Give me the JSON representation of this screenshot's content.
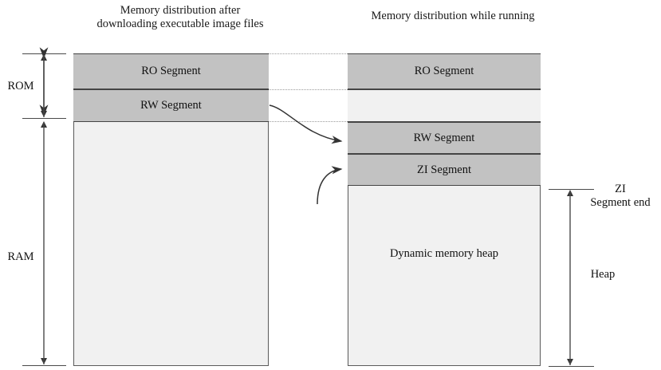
{
  "diagram": {
    "title_left": "Memory distribution after downloading executable image files",
    "title_right": "Memory distribution while running",
    "left_column": {
      "segments": [
        {
          "label": "RO Segment",
          "fill": "#c2c2c2"
        },
        {
          "label": "RW Segment",
          "fill": "#c2c2c2"
        },
        {
          "label": "",
          "fill": "#f1f1f1"
        }
      ]
    },
    "right_column": {
      "segments": [
        {
          "label": "RO Segment",
          "fill": "#c2c2c2"
        },
        {
          "label": "",
          "fill": "#f1f1f1"
        },
        {
          "label": "RW Segment",
          "fill": "#c2c2c2"
        },
        {
          "label": "ZI Segment",
          "fill": "#c2c2c2"
        },
        {
          "label": "Dynamic memory heap",
          "fill": "#f1f1f1"
        }
      ]
    },
    "left_axis": {
      "rom_label": "ROM",
      "ram_label": "RAM"
    },
    "right_axis": {
      "zi_end_label": "ZI\nSegment end",
      "heap_label": "Heap"
    },
    "colors": {
      "segment_fill": "#c2c2c2",
      "empty_fill": "#f1f1f1",
      "border": "#444444",
      "dotted_guide": "#9a9a9a",
      "arrow": "#333333",
      "background": "#ffffff"
    }
  }
}
